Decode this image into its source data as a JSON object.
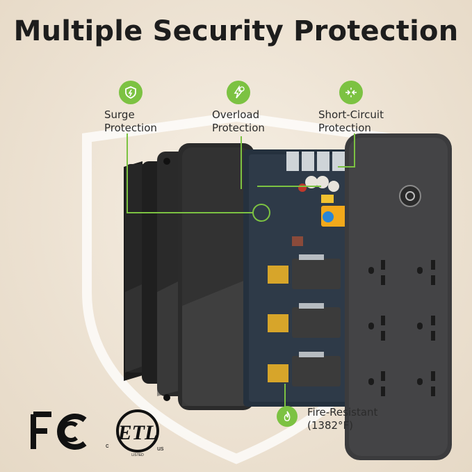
{
  "title": "Multiple Security Protection",
  "features": [
    {
      "icon": "surge-shield-icon",
      "line1": "Surge",
      "line2": "Protection"
    },
    {
      "icon": "overload-bolt-icon",
      "line1": "Overload",
      "line2": "Protection"
    },
    {
      "icon": "short-circuit-arrows-icon",
      "line1": "Short-Circuit",
      "line2": "Protection"
    }
  ],
  "fire": {
    "icon": "flame-icon",
    "line1": "Fire-Resistant",
    "line2": "(1382°F)"
  },
  "certs": {
    "fcc": "FC",
    "etl_c": "c",
    "etl_us": "us",
    "etl_listed": "LISTED"
  },
  "colors": {
    "accent": "#7cc242",
    "body": "#4a4a4a",
    "background": "#efe6d8"
  }
}
